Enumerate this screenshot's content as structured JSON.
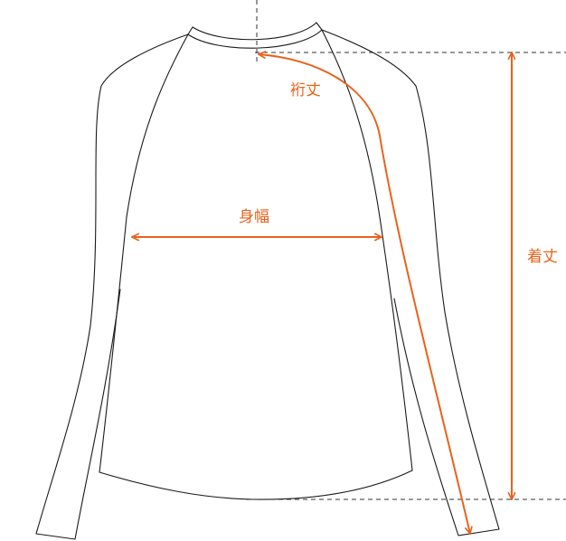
{
  "labels": {
    "sleeve_length": "裄丈",
    "body_width": "身幅",
    "total_length": "着丈"
  },
  "colors": {
    "measure": "#e8621c",
    "outline": "#1a1a1a",
    "guide": "#333333"
  }
}
